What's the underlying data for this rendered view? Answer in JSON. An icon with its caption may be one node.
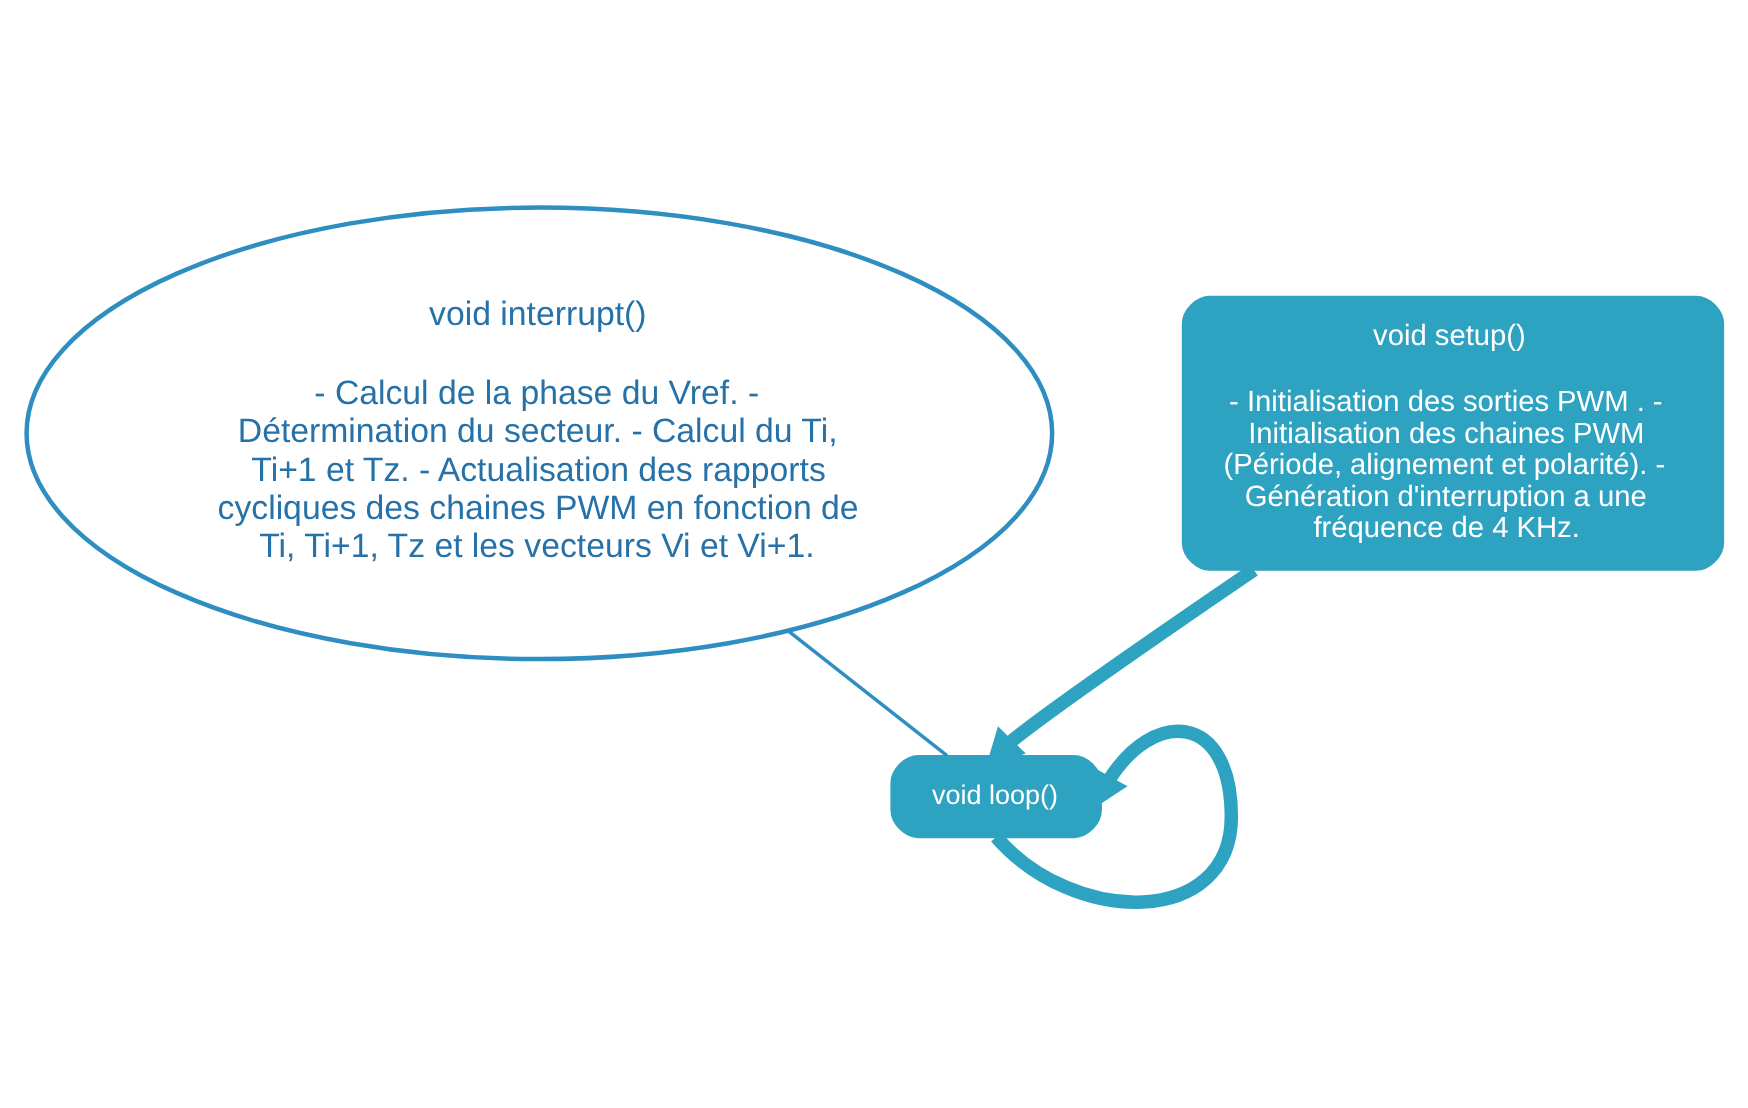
{
  "diagram": {
    "nodes": [
      {
        "text": [
          "void interrupt()",
          "- Calcul de la phase du Vref. - Détermination du secteur. - Calcul du Ti, Ti+1 et Tz. - Actualisation des rapports cycliques des chaines PWM en fonction de Ti, Ti+1, Tz et les vecteurs Vi et Vi+1."
        ]
      },
      {
        "text": [
          "void setup()",
          "- Initialisation des sorties PWM . - Initialisation des chaines PWM (Période, alignement et polarité). - Génération d'interruption a une fréquence de 4 KHz."
        ]
      },
      {
        "text": [
          "void loop()"
        ]
      }
    ],
    "edges": [
      {
        "from": 1,
        "to": 2,
        "arrow": "to"
      },
      {
        "from": 2,
        "to": 2,
        "arrow": "to"
      },
      {
        "from": 0,
        "to": 2,
        "arrow": "none",
        "color": "#2e8ec1"
      }
    ]
  }
}
